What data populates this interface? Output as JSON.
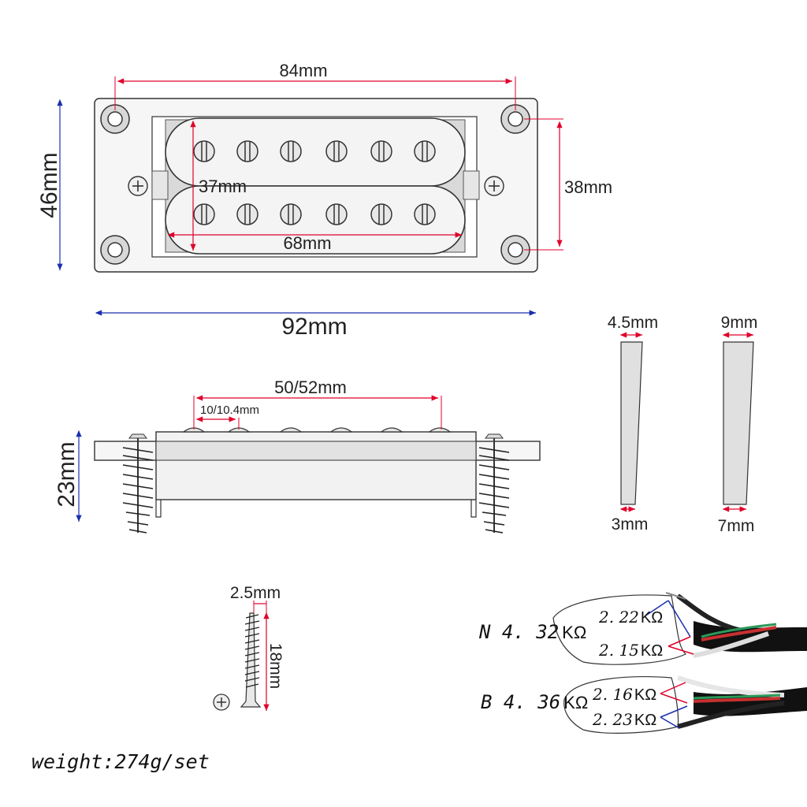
{
  "colors": {
    "dimension_red": "#e0002a",
    "dimension_blue": "#1a2fb0",
    "outline": "#333333",
    "fill_light": "#f2f2f2",
    "fill_mid": "#d9d9d9"
  },
  "top_view": {
    "screw_spacing": "84mm",
    "height_outer": "46mm",
    "coil_height": "37mm",
    "mount_height": "38mm",
    "cover_width": "68mm",
    "width_outer": "92mm"
  },
  "side_view": {
    "pole_span": "50/52mm",
    "pole_spacing": "10/10.4mm",
    "height": "23mm"
  },
  "shims": {
    "thin_top": "4.5mm",
    "thin_bottom": "3mm",
    "thick_top": "9mm",
    "thick_bottom": "7mm"
  },
  "screw": {
    "diameter": "2.5mm",
    "length": "18mm"
  },
  "wiring": {
    "neck_label": "N 4. 32",
    "neck_unit": "KΩ",
    "neck_coil_1": "2. 22",
    "neck_coil_2": "2. 15",
    "bridge_label": "B 4. 36",
    "bridge_unit": "KΩ",
    "bridge_coil_1": "2. 16",
    "bridge_coil_2": "2. 23",
    "coil_unit": "KΩ"
  },
  "footer": {
    "weight": "weight:274g/set"
  }
}
